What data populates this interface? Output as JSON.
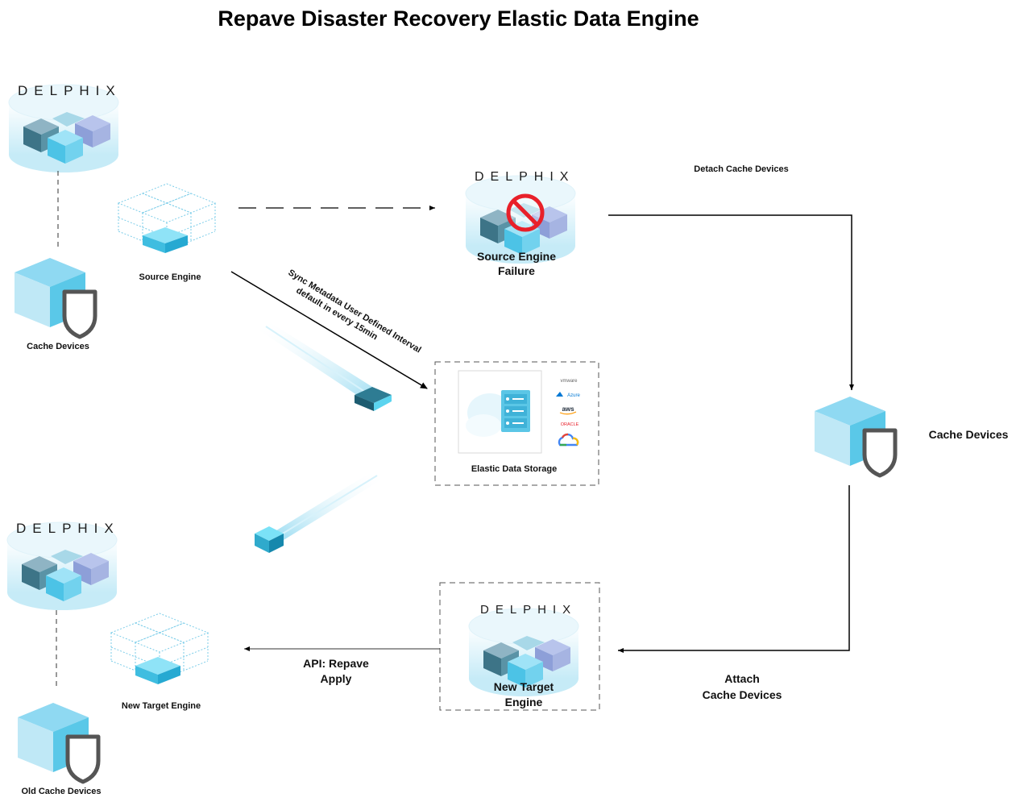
{
  "title": "Repave Disaster Recovery Elastic Data Engine",
  "brand": "DELPHIX",
  "nodes": {
    "top_left_engine": {
      "brand": "DELPHIX",
      "icon": "database-cylinder-icon"
    },
    "cache_devices_left": {
      "label": "Cache Devices",
      "icon": "cube-shield-icon"
    },
    "source_engine": {
      "label": "Source Engine",
      "icon": "wireframe-cubes-icon"
    },
    "source_engine_failure": {
      "brand": "DELPHIX",
      "label_line1": "Source Engine",
      "label_line2": "Failure",
      "icon": "prohibited-icon"
    },
    "elastic_data_storage": {
      "label": "Elastic Data Storage",
      "icon": "server-cloud-icon",
      "providers": [
        "vmware",
        "Azure",
        "aws",
        "ORACLE",
        "google-cloud"
      ]
    },
    "cache_devices_right": {
      "label": "Cache Devices",
      "icon": "cube-shield-icon"
    },
    "bottom_left_engine": {
      "brand": "DELPHIX",
      "icon": "database-cylinder-icon"
    },
    "new_target_engine_left": {
      "label": "New Target Engine",
      "icon": "wireframe-cubes-icon"
    },
    "old_cache_devices": {
      "label": "Old Cache Devices",
      "icon": "cube-shield-icon"
    },
    "new_target_engine": {
      "brand": "DELPHIX",
      "label_line1": "New Target",
      "label_line2": "Engine"
    }
  },
  "edges": {
    "sync_metadata": {
      "line1": "Sync Metadata  User Defined Interval",
      "line2": "default in every 15min"
    },
    "detach": {
      "label": "Detach Cache Devices"
    },
    "attach": {
      "line1": "Attach",
      "line2": "Cache Devices"
    },
    "api_repave": {
      "line1": "API: Repave",
      "line2": "Apply"
    }
  },
  "colors": {
    "cube_light": "#bfe6f5",
    "cube_mid": "#5ac8e8",
    "cube_dark": "#3a9cbf",
    "shield": "#555555",
    "prohibited": "#e8202a"
  }
}
